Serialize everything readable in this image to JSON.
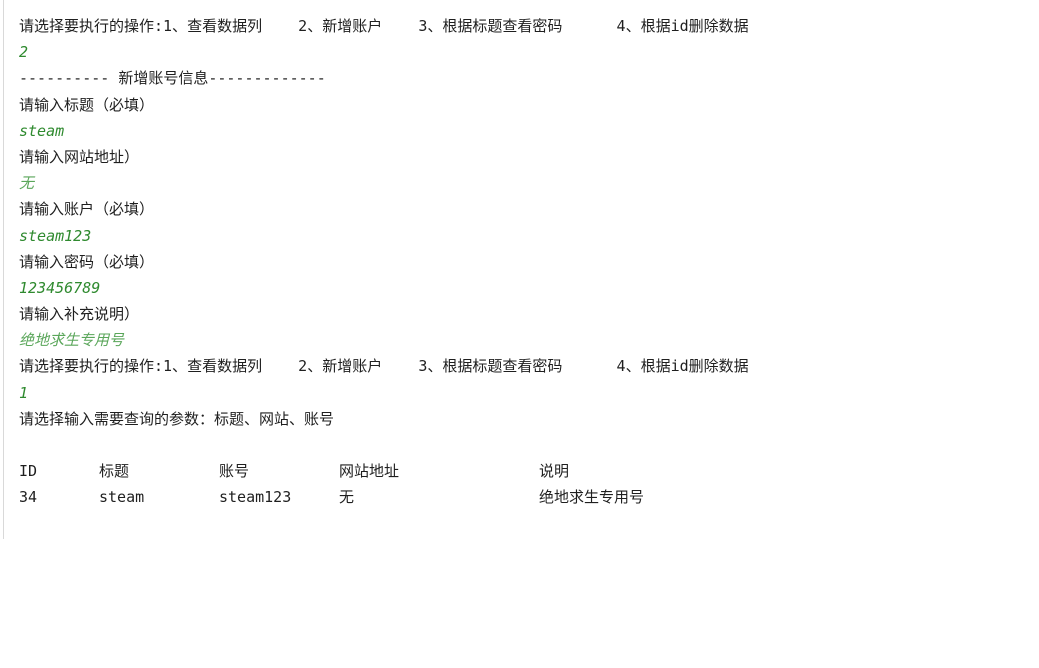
{
  "console": {
    "menu_prompt_1": "请选择要执行的操作:1、查看数据列    2、新增账户    3、根据标题查看密码      4、根据id删除数据",
    "input_choice_1": "2",
    "section_header": "---------- 新增账号信息-------------",
    "prompt_title": "请输入标题（必填）",
    "input_title": "steam",
    "prompt_site": "请输入网站地址）",
    "input_site": "无",
    "prompt_account": "请输入账户（必填）",
    "input_account": "steam123",
    "prompt_password": "请输入密码（必填）",
    "input_password": "123456789",
    "prompt_note": "请输入补充说明）",
    "input_note": "绝地求生专用号",
    "menu_prompt_2": "请选择要执行的操作:1、查看数据列    2、新增账户    3、根据标题查看密码      4、根据id删除数据",
    "input_choice_2": "1",
    "query_prompt": "请选择输入需要查询的参数：标题、网站、账号"
  },
  "table": {
    "headers": {
      "id": "ID",
      "title": "标题",
      "account": "账号",
      "site": "网站地址",
      "desc": "说明"
    },
    "rows": [
      {
        "id": "34",
        "title": "steam",
        "account": "steam123",
        "site": "无",
        "desc": "绝地求生专用号"
      }
    ]
  },
  "colors": {
    "text": "#1f1f1f",
    "input_text": "#2f8a2f",
    "input_text_soft": "#5aa65a",
    "background": "#ffffff"
  }
}
